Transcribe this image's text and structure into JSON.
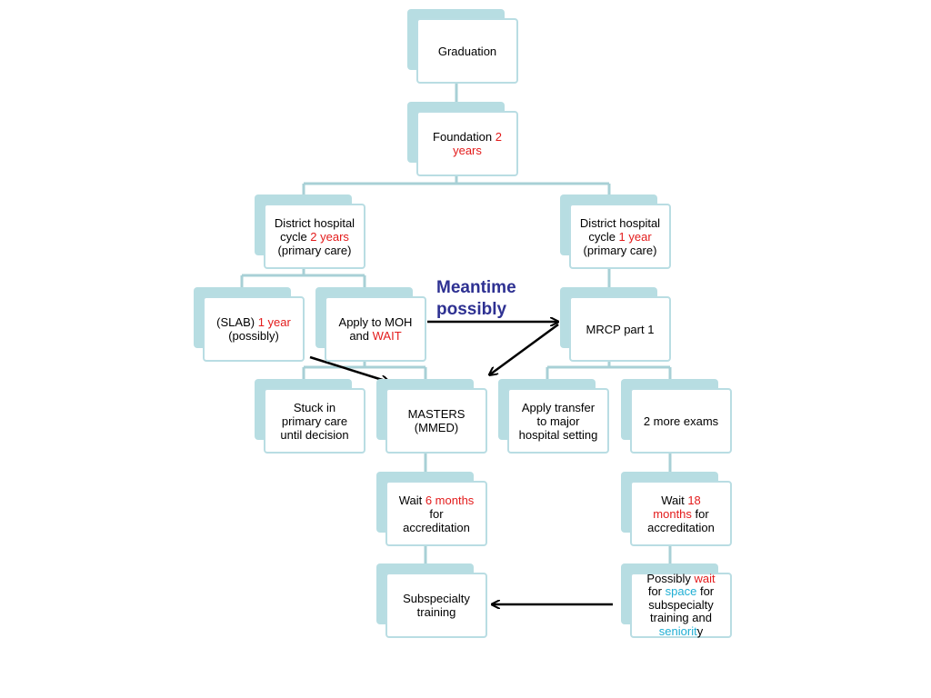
{
  "nodes": {
    "graduation": {
      "text": "Graduation"
    },
    "foundation": {
      "pre": "Foundation ",
      "red": "2 years"
    },
    "district_left": {
      "l1": "District hospital",
      "l2_pre": "cycle ",
      "l2_red": "2 years",
      "l3": "(primary care)"
    },
    "district_right": {
      "l1": "District hospital",
      "l2_pre": "cycle ",
      "l2_red": "1 year",
      "l3": "(primary care)"
    },
    "slab": {
      "pre": "(SLAB) ",
      "red": "1 year",
      "l2": "(possibly)"
    },
    "apply_moh": {
      "l1": "Apply to MOH",
      "l2_pre": "and ",
      "l2_red": "WAIT"
    },
    "mrcp": {
      "text": "MRCP part 1"
    },
    "stuck": {
      "l1": "Stuck in",
      "l2": "primary care",
      "l3": "until decision"
    },
    "masters": {
      "l1": "MASTERS",
      "l2": "(MMED)"
    },
    "apply_transfer": {
      "l1": "Apply transfer",
      "l2": "to major",
      "l3": "hospital setting"
    },
    "two_more": {
      "text": "2 more exams"
    },
    "wait_6": {
      "pre": "Wait ",
      "red": "6 months",
      "l2": "for",
      "l3": "accreditation"
    },
    "wait_18": {
      "pre": "Wait ",
      "red1": "18",
      "red2": "months",
      "l2_post": " for",
      "l3": "accreditation"
    },
    "subspecialty": {
      "l1": "Subspecialty",
      "l2": "training"
    },
    "possibly_wait": {
      "l1_pre": "Possibly ",
      "l1_red": "wait",
      "l2_pre": "for ",
      "l2_cyan": "space",
      "l2_post": " for",
      "l3": "subspecialty",
      "l4": "training and",
      "l5_cyan": "seniorit",
      "l5_post": "y"
    }
  },
  "annotation": {
    "l1": "Meantime",
    "l2": "possibly"
  },
  "colors": {
    "box_back": "#b7dde2",
    "box_border": "#b9dde3",
    "connector": "#a8d0d6",
    "red": "#e31b1b",
    "green": "#1fa446",
    "cyan": "#1faed3",
    "annotation": "#2e3192"
  }
}
